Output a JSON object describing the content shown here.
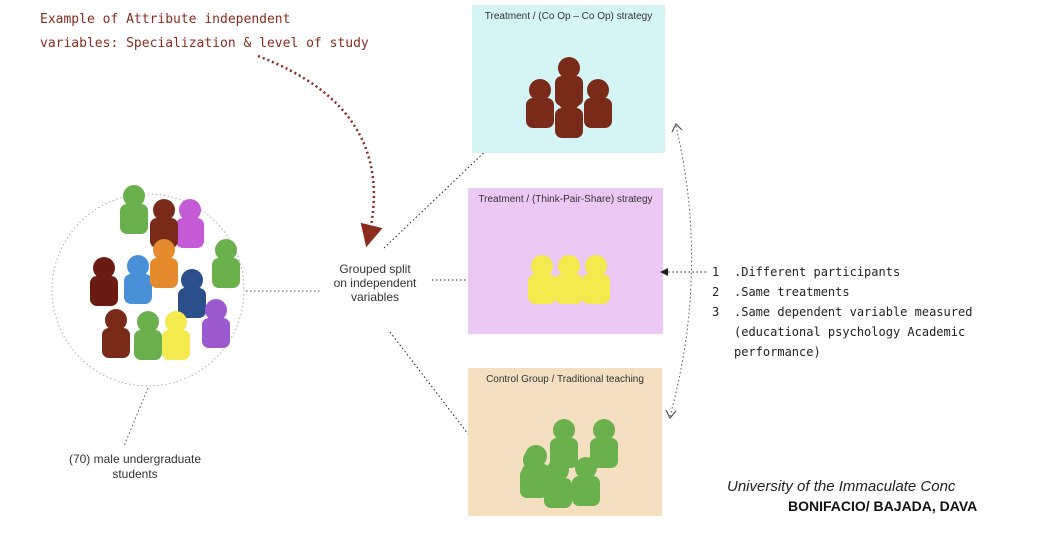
{
  "attribute_note": {
    "line1": "Example of Attribute independent",
    "line2": "variables: Specialization & level of study"
  },
  "split_label": {
    "line1": "Grouped split",
    "line2": "on independent",
    "line3": "variables"
  },
  "population_label": {
    "line1": "(70) male undergraduate",
    "line2": "students"
  },
  "groups": [
    {
      "title": "Treatment / (Co Op – Co Op) strategy",
      "bg": "#d4f4f6",
      "figure_color": "#7a2a18"
    },
    {
      "title": "Treatment / (Think-Pair-Share) strategy",
      "bg": "#ecc8f4",
      "figure_color": "#f4ea4e"
    },
    {
      "title": "Control Group  / Traditional teaching",
      "bg": "#f4dfc0",
      "figure_color": "#6ab04c"
    }
  ],
  "notes": [
    {
      "num": "1",
      "text": ".Different participants"
    },
    {
      "num": "2",
      "text": ".Same treatments"
    },
    {
      "num": "3",
      "text": ".Same dependent variable measured"
    }
  ],
  "notes_continued": {
    "line1": "(educational psychology Academic",
    "line2": "performance)"
  },
  "footer": {
    "university": "University of the Immaculate Conc",
    "authors": "BONIFACIO/ BAJADA, DAVA"
  }
}
